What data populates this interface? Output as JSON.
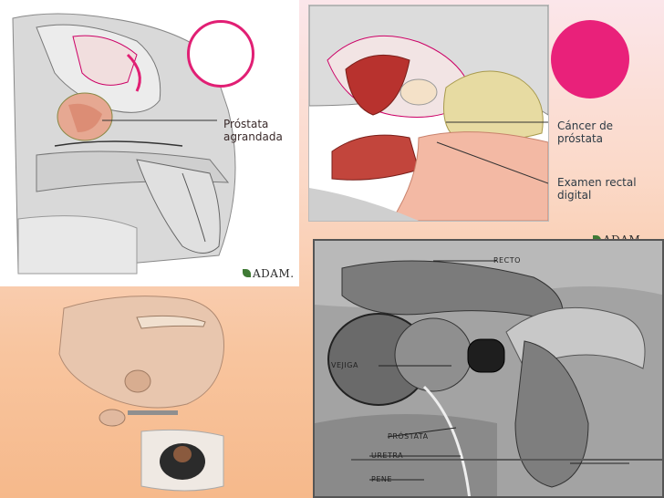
{
  "top_left_panel": {
    "label_line1": "Próstata",
    "label_line2": "agrandada",
    "logo": "ADAM."
  },
  "top_right_panel": {
    "label1_line1": "Cáncer de",
    "label1_line2": "próstata",
    "label2_line1": "Examen rectal",
    "label2_line2": "digital",
    "logo": "ADAM."
  },
  "bottom_right_panel": {
    "recto": "RECTO",
    "vejiga": "VEJIGA",
    "prostata": "PRÓSTATA",
    "uretra": "URETRA",
    "pene": "PENE"
  },
  "colors": {
    "accent": "#e9217a"
  }
}
